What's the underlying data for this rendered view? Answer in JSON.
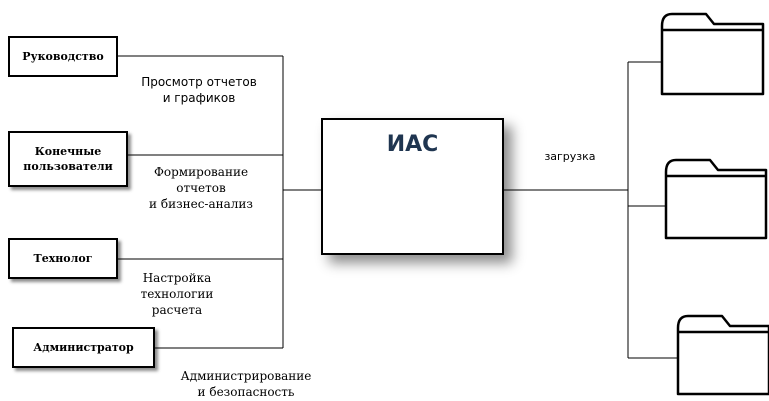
{
  "roles": [
    {
      "id": "rukovodstvo",
      "label": "Руководство"
    },
    {
      "id": "konechnye",
      "label": "Конечные пользователи"
    },
    {
      "id": "tekhnolog",
      "label": "Технолог"
    },
    {
      "id": "administrator",
      "label": "Администратор"
    }
  ],
  "annotations": {
    "view_reports": "Просмотр отчетов\nи графиков",
    "reporting": "Формирование\nотчетов\nи бизнес-анализ",
    "tech_setup": "Настройка\nтехнологии\nрасчета",
    "admin_security": "Администрирование\nи безопасность"
  },
  "system": {
    "title": "ИАС"
  },
  "load_label": "загрузка",
  "storages": [
    {
      "icon": "folder-icon"
    },
    {
      "icon": "folder-icon"
    },
    {
      "icon": "folder-icon"
    }
  ],
  "colors": {
    "line": "#000000",
    "ias_title": "#1f3550"
  }
}
